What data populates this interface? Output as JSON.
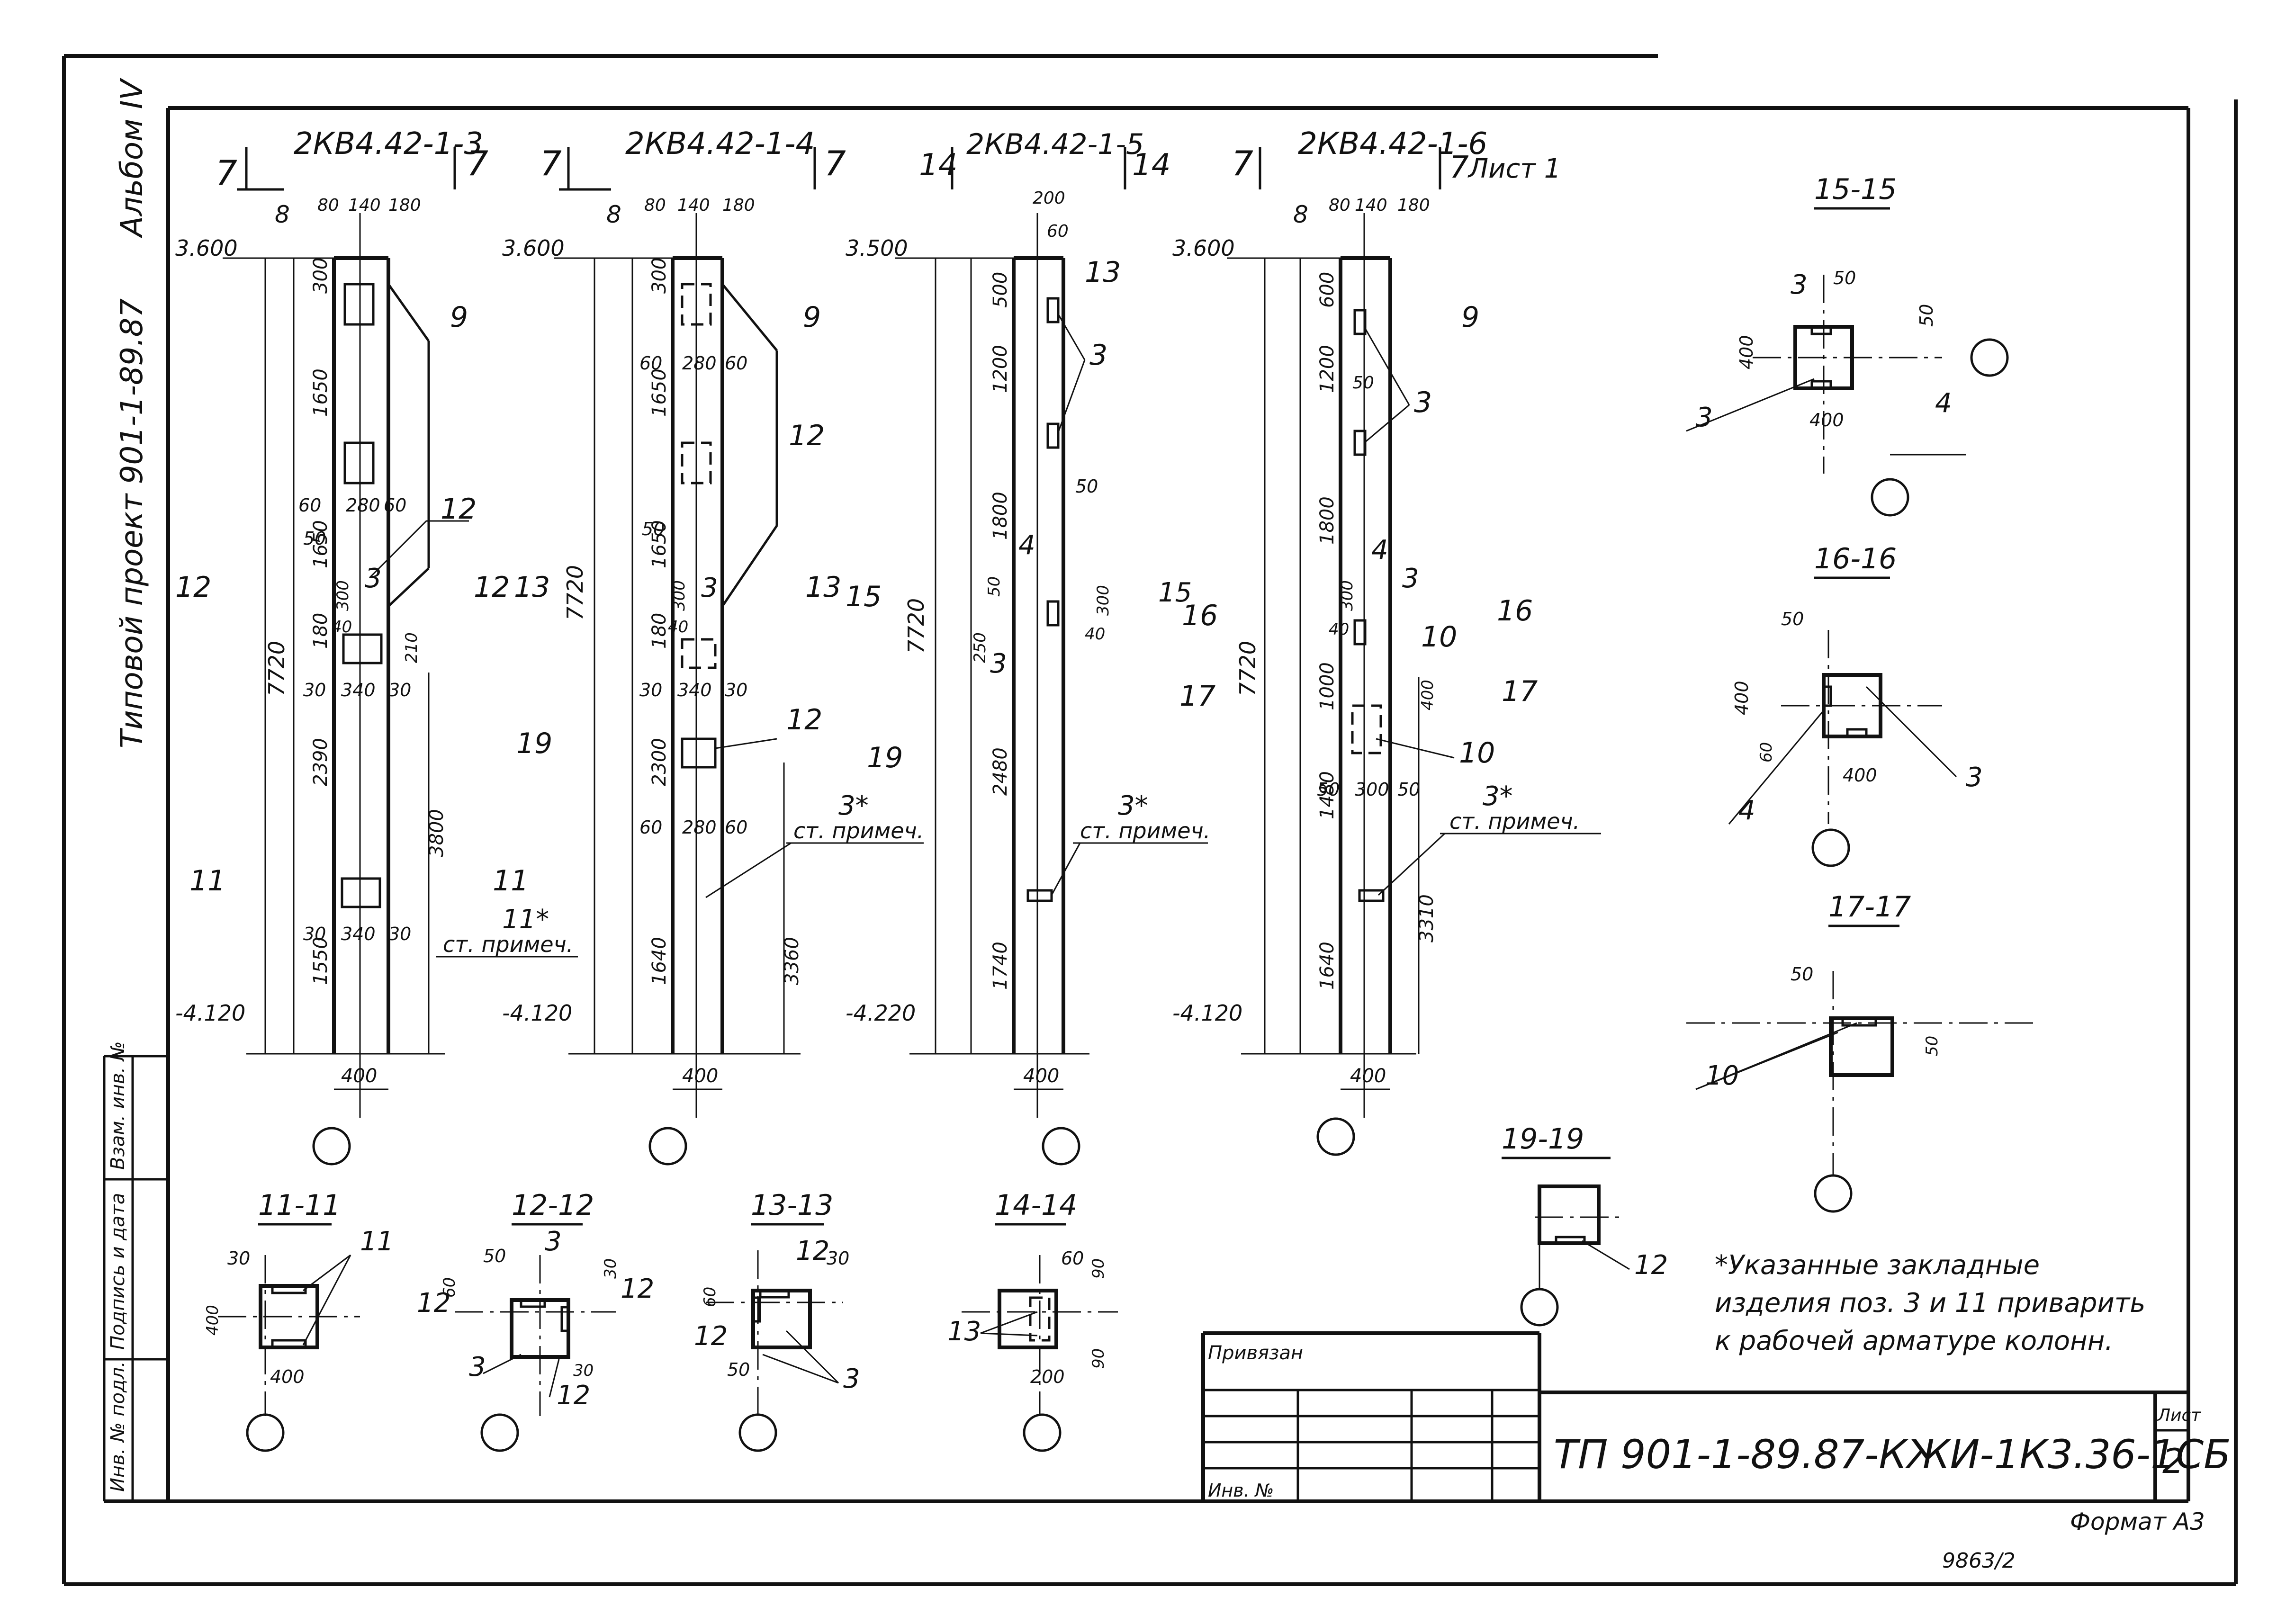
{
  "columns": [
    {
      "mark": "2КВ4.42-1-3",
      "top_cut": "7",
      "top_elev": "3.600",
      "bottom_elev": "-4.120",
      "width": "400",
      "top_dims": [
        "80",
        "140",
        "180"
      ],
      "top_small": "8",
      "left_dims": [
        "300",
        "1650",
        "1650",
        "180",
        "2390",
        "1550"
      ],
      "total": "7720",
      "right_dim": "3800",
      "mid_dims_a": [
        "60",
        "280",
        "60"
      ],
      "mid_dims_b": [
        "30",
        "340",
        "30"
      ],
      "mid_dims_c": [
        "30",
        "340",
        "30"
      ],
      "cuts": [
        "12",
        "11"
      ],
      "labels": [
        "8",
        "9",
        "12",
        "3",
        "50",
        "300",
        "40",
        "210"
      ],
      "note_label": "11*",
      "note": "ст. примеч."
    },
    {
      "mark": "2КВ4.42-1-4",
      "top_cut": "7",
      "top_elev": "3.600",
      "bottom_elev": "-4.120",
      "width": "400",
      "top_dims": [
        "80",
        "140",
        "180"
      ],
      "top_small": "8",
      "left_dims": [
        "300",
        "1650",
        "1650",
        "180",
        "2300",
        "1640"
      ],
      "total": "7720",
      "right_dim": "3360",
      "mid_dims_a": [
        "60",
        "280",
        "60"
      ],
      "mid_dims_b": [
        "30",
        "340",
        "30"
      ],
      "mid_dims_c": [
        "60",
        "280",
        "60"
      ],
      "cuts": [
        "13",
        "19"
      ],
      "labels": [
        "8",
        "9",
        "12",
        "3",
        "50",
        "300",
        "40",
        "12"
      ],
      "note_label": "3*",
      "note": "ст. примеч."
    },
    {
      "mark": "2КВ4.42-1-5",
      "top_cut": "14",
      "top_elev": "3.500",
      "bottom_elev": "-4.220",
      "width": "400",
      "top_dims": [
        "200",
        "60"
      ],
      "top_small": "",
      "left_dims": [
        "500",
        "1200",
        "1800",
        "2480",
        "1740"
      ],
      "total": "7720",
      "right_dim": "",
      "mid_dims_a": [
        "50",
        "250"
      ],
      "mid_dims_b": [
        "300",
        "40"
      ],
      "mid_dims_c": [],
      "cuts": [
        "15"
      ],
      "labels": [
        "13",
        "3",
        "50",
        "4",
        "3"
      ],
      "note_label": "3*",
      "note": "ст. примеч."
    },
    {
      "mark": "2КВ4.42-1-6",
      "top_cut": "7",
      "top_elev": "3.600",
      "bottom_elev": "-4.120",
      "width": "400",
      "top_dims": [
        "80",
        "140",
        "180"
      ],
      "top_small": "8",
      "left_dims": [
        "600",
        "1200",
        "1800",
        "1000",
        "1480",
        "1640"
      ],
      "total": "7720",
      "right_dim": "3310",
      "mid_dims_a": [
        "50"
      ],
      "mid_dims_b": [
        "300",
        "40"
      ],
      "mid_dims_c": [
        "50",
        "300",
        "50"
      ],
      "cuts": [
        "16",
        "17"
      ],
      "labels": [
        "8",
        "9",
        "3",
        "3",
        "4",
        "3",
        "10",
        "10",
        "400"
      ],
      "note_label": "3*",
      "note": "ст. примеч."
    }
  ],
  "sheet_word": "Лист 1",
  "sections": [
    {
      "title": "15-15",
      "dims": [
        "50",
        "50",
        "400",
        "400"
      ],
      "labels": [
        "3",
        "3",
        "4"
      ]
    },
    {
      "title": "16-16",
      "dims": [
        "50",
        "400",
        "60",
        "400"
      ],
      "labels": [
        "4",
        "3"
      ]
    },
    {
      "title": "17-17",
      "dims": [
        "50",
        "50"
      ],
      "labels": [
        "10"
      ]
    },
    {
      "title": "19-19",
      "dims": [],
      "labels": [
        "12"
      ]
    },
    {
      "title": "11-11",
      "dims": [
        "30",
        "400",
        "400"
      ],
      "labels": [
        "11"
      ]
    },
    {
      "title": "12-12",
      "dims": [
        "50",
        "60",
        "30",
        "30"
      ],
      "labels": [
        "3",
        "12",
        "12",
        "3",
        "12"
      ]
    },
    {
      "title": "13-13",
      "dims": [
        "60",
        "30",
        "50"
      ],
      "labels": [
        "12",
        "12",
        "3"
      ]
    },
    {
      "title": "14-14",
      "dims": [
        "60",
        "90",
        "200",
        "90"
      ],
      "labels": [
        "13"
      ]
    }
  ],
  "note": {
    "line1": "*Указанные закладные",
    "line2": "изделия поз. 3 и 11 приварить",
    "line3": "к рабочей арматуре колонн."
  },
  "side_text": {
    "album": "Альбом IV",
    "project": "Типовой проект 901-1-89.87"
  },
  "stamp_cells": [
    "Взам. инв. №",
    "Подпись и дата",
    "Инв. № подл."
  ],
  "title_block": {
    "attached": "Привязан",
    "inv": "Инв. №",
    "code": "ТП 901-1-89.87-КЖИ-1К3.36-1СБ",
    "sheet_label": "Лист",
    "sheet_number": "2",
    "format": "Формат А3",
    "archive": "9863/2"
  }
}
